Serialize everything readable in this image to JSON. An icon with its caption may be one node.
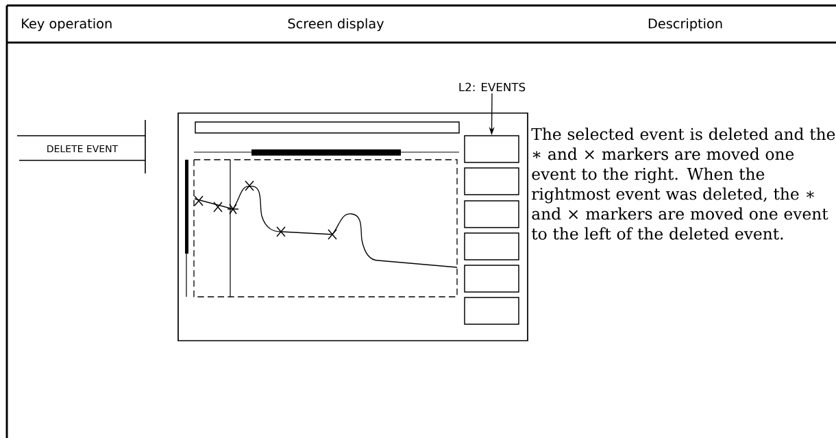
{
  "diagram": {
    "nodes": [
      {
        "text": [
          "DELETE EVENT"
        ]
      },
      {
        "text": [],
        "shape": "box"
      },
      {
        "text": [],
        "shape": "box",
        "in": 1
      },
      {
        "text": [],
        "shape": "box",
        "in": 1
      },
      {
        "text": [],
        "shape": "box",
        "in": 1
      },
      {
        "text": [],
        "shape": "box",
        "in": 1
      },
      {
        "text": [],
        "shape": "box",
        "in": 1
      },
      {
        "text": [],
        "shape": "box",
        "in": 1
      },
      {
        "text": [
          "L2: EVENTS"
        ]
      }
    ],
    "edges": [
      {
        "from": 8,
        "to": 2,
        "arrow": "to"
      }
    ],
    "labels": [
      "Key operation",
      "Screen display",
      "Description",
      "The selected event is deleted and the ∗ and × markers are moved one event to the right. When the rightmost event was deleted, the ∗ and × markers are moved one event to the left of the deleted event."
    ]
  }
}
